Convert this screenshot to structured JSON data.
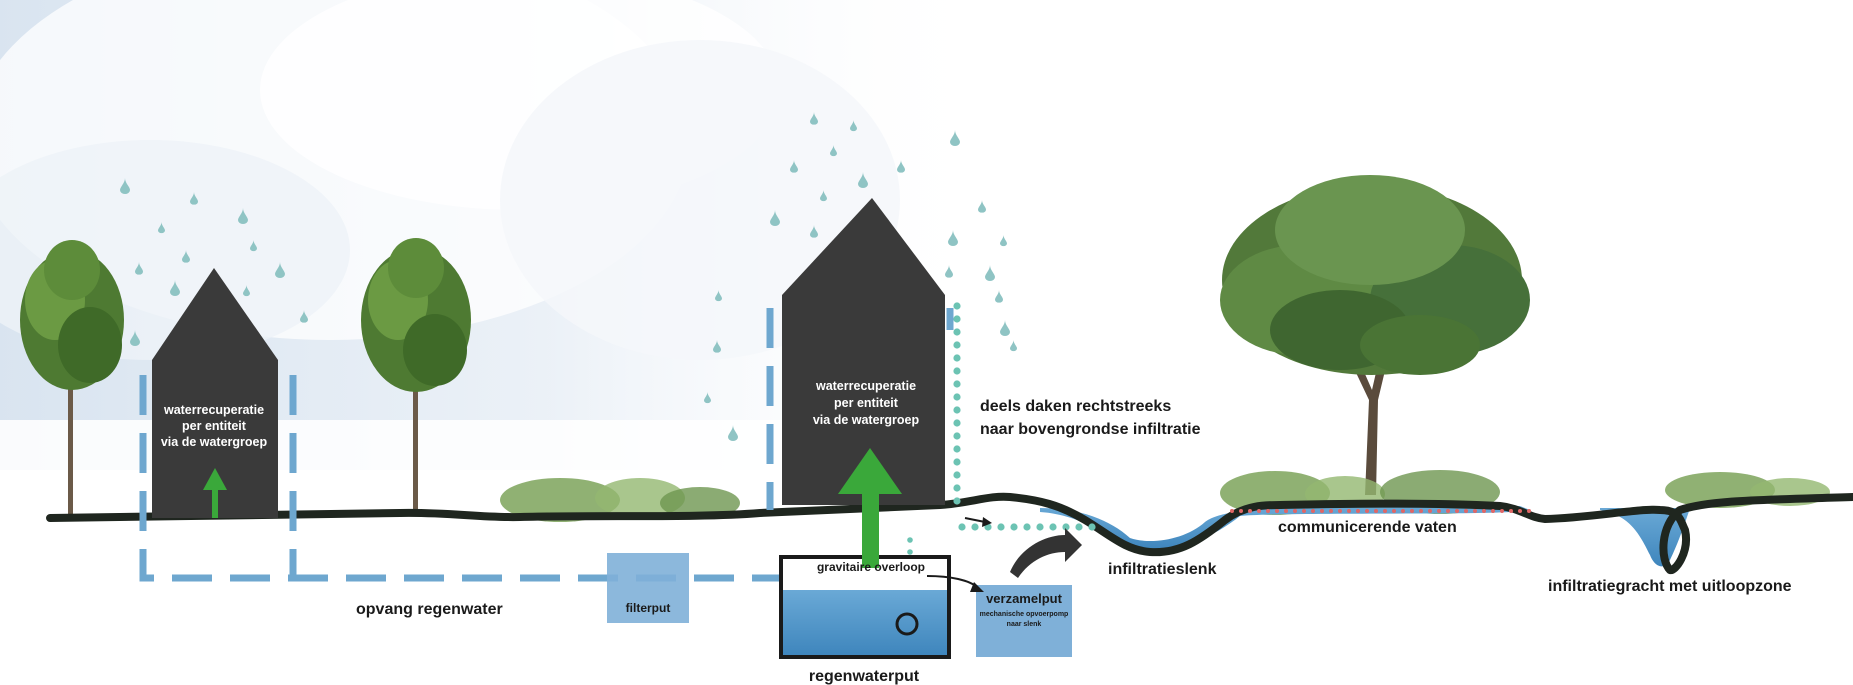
{
  "labels": {
    "house_left": [
      "waterrecuperatie",
      "per entiteit",
      "via de watergroep"
    ],
    "house_right": [
      "waterrecuperatie",
      "per entiteit",
      "via de watergroep"
    ],
    "roofs": [
      "deels daken rechtstreeks",
      "naar bovengrondse infiltratie"
    ],
    "opvang": "opvang regenwater",
    "filterput": "filterput",
    "gravitaire": "gravitaire overloop",
    "verzamelput": "verzamelput",
    "verzamelput_sub": [
      "mechanische opvoerpomp",
      "naar slenk"
    ],
    "regenwaterput": "regenwaterput",
    "infiltratieslenk": "infiltratieslenk",
    "communicerende": "communicerende vaten",
    "infiltratiegracht": "infiltratiegracht met uitloopzone"
  },
  "colors": {
    "house": "#3a3a3a",
    "ground_line": "#1f261f",
    "dashed_pipe": "#6ea7cf",
    "dotted_flow": "#6cc3b3",
    "arrow_green": "#3aa83a",
    "water": "#4d93c6",
    "box_fill": "#7fb0d8",
    "dots_red": "#e06666",
    "rain": "#8fc4c4"
  }
}
